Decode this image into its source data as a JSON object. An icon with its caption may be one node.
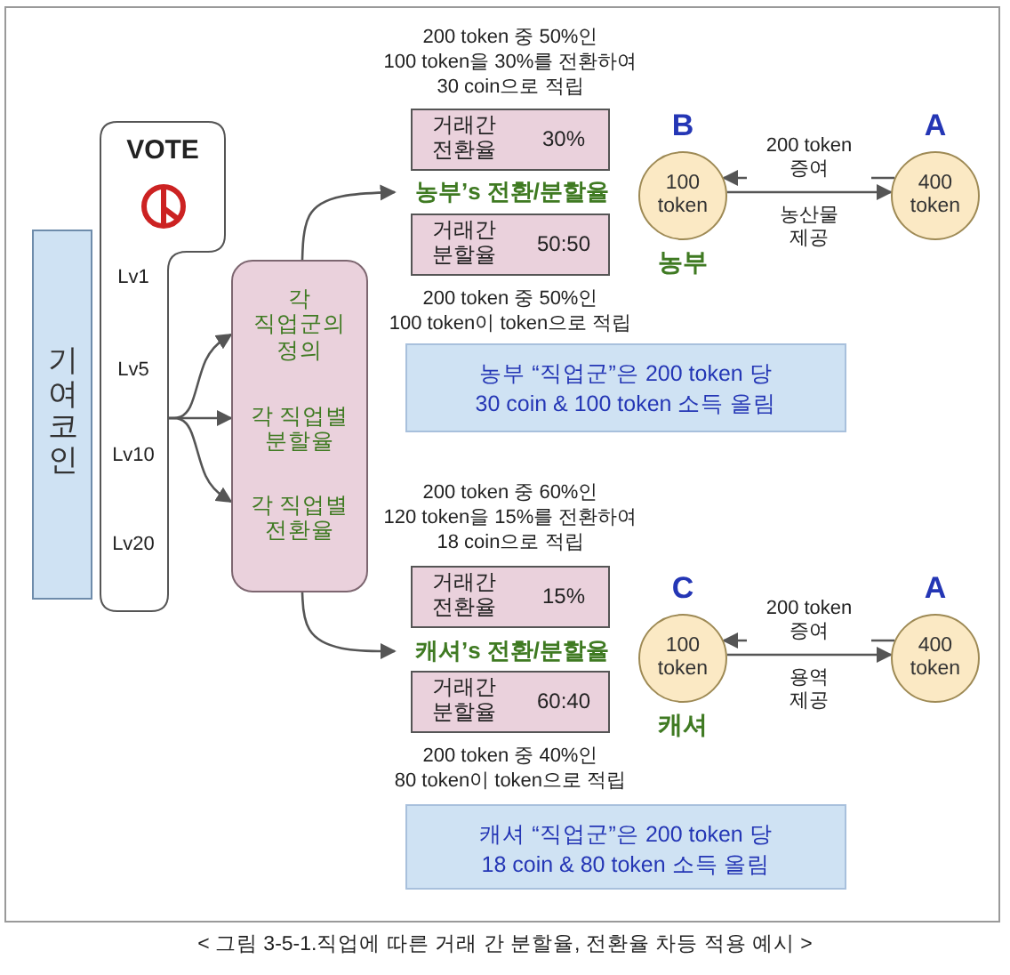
{
  "diagram": {
    "caption": "< 그림 3-5-1.직업에 따른 거래 간 분할율, 전환율 차등 적용 예시 >",
    "nodes": [
      {
        "text": [
          "기여코인"
        ]
      },
      {
        "text": [
          "VOTE",
          "Lv1",
          "Lv5",
          "Lv10",
          "Lv20"
        ]
      },
      {
        "text": [
          "각 직업군의 정의",
          "각 직업별 분할율",
          "각 직업별 전환율"
        ]
      },
      {
        "text": [
          "거래간 전환율",
          "30%"
        ]
      },
      {
        "text": [
          "농부’s 전환/분할율"
        ]
      },
      {
        "text": [
          "거래간 분할율",
          "50:50"
        ]
      },
      {
        "text": [
          "농부 “직업군”은 200 token 당 30 coin & 100 token 소득 올림"
        ]
      },
      {
        "text": [
          "100 token"
        ],
        "beside": [
          "B",
          "농부"
        ]
      },
      {
        "text": [
          "400 token"
        ],
        "beside": [
          "A"
        ]
      },
      {
        "text": [
          "거래간 전환율",
          "15%"
        ]
      },
      {
        "text": [
          "캐셔’s 전환/분할율"
        ]
      },
      {
        "text": [
          "거래간 분할율",
          "60:40"
        ]
      },
      {
        "text": [
          "캐셔 “직업군”은 200 token 당 18 coin & 80 token 소득 올림"
        ]
      },
      {
        "text": [
          "100 token"
        ],
        "beside": [
          "C",
          "캐셔"
        ]
      },
      {
        "text": [
          "400 token"
        ],
        "beside": [
          "A"
        ]
      }
    ],
    "edges": [
      {
        "from": 8,
        "to": 7,
        "arrow": "to",
        "label": "200 token 증여"
      },
      {
        "from": 7,
        "to": 8,
        "arrow": "to",
        "label": "농산물 제공"
      },
      {
        "from": 1,
        "to": 2,
        "arrow": "to"
      },
      {
        "from": 1,
        "to": 2,
        "arrow": "to"
      },
      {
        "from": 1,
        "to": 2,
        "arrow": "to"
      },
      {
        "from": 2,
        "to": 4,
        "arrow": "to"
      },
      {
        "from": 2,
        "to": 10,
        "arrow": "to"
      },
      {
        "from": 14,
        "to": 13,
        "arrow": "to",
        "label": "200 token 증여"
      },
      {
        "from": 13,
        "to": 14,
        "arrow": "to",
        "label": "용역 제공"
      }
    ],
    "labels": [
      "200 token 중 50%인 100 token을 30%를 전환하여 30 coin으로 적립",
      "200 token 중 50%인 100 token이 token으로 적립",
      "200 token 중 60%인 120 token을 15%를 전환하여 18 coin으로 적립",
      "200 token 중 40%인 80 token이 token으로 적립"
    ]
  }
}
